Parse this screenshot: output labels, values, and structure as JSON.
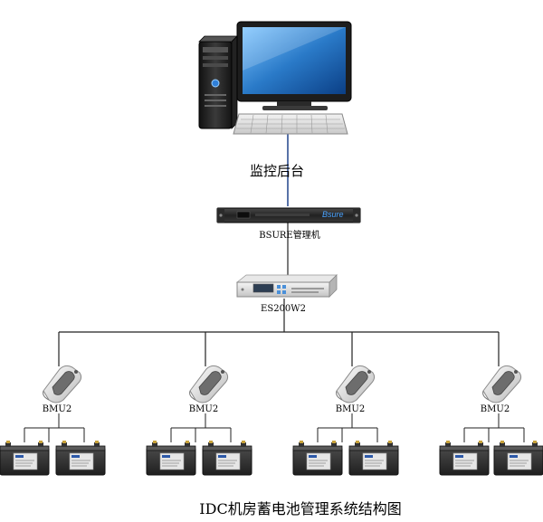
{
  "labels": {
    "monitor_station": "监控后台",
    "bsure_manager": "BSURE管理机",
    "es200w2": "ES200W2",
    "bmu": [
      "BMU2",
      "BMU2",
      "BMU2",
      "BMU2"
    ],
    "caption": "IDC机房蓄电池管理系统结构图"
  },
  "nameplates": {
    "bsure_logo": "Bsure"
  },
  "colors": {
    "link_blue": "#2e4f93",
    "link_black": "#222222",
    "battery_body": "#3a3a3a",
    "battery_label": "#e8e8e8",
    "monitor_screen": "#2a7ac8"
  },
  "icons": {
    "computer": "desktop-computer-icon",
    "rack_unit": "rack-manager-icon",
    "controller": "controller-icon",
    "bmu": "bmu-module-icon",
    "battery": "battery-icon"
  }
}
